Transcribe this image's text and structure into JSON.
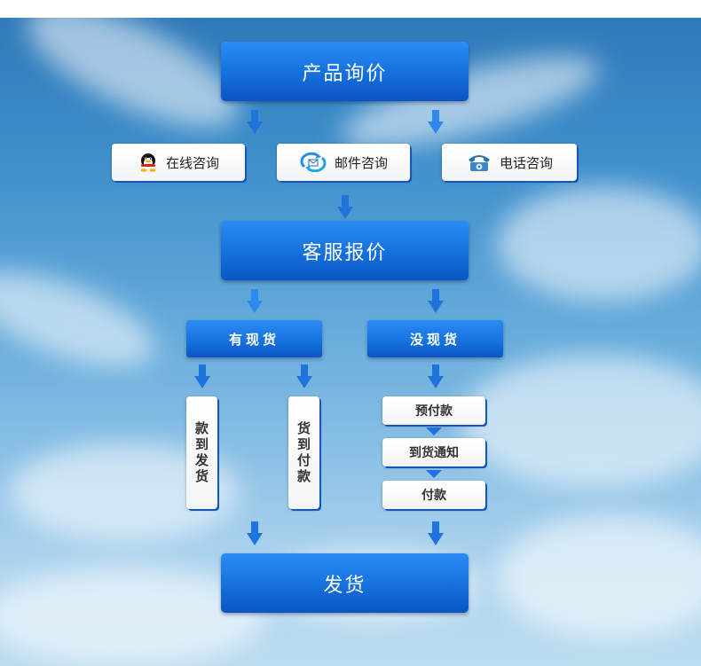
{
  "flow": {
    "inquiry": "产品询价",
    "channels": {
      "online": {
        "label": "在线咨询",
        "icon": "qq-penguin-icon"
      },
      "email": {
        "label": "邮件咨询",
        "icon": "email-refresh-icon"
      },
      "phone": {
        "label": "电话咨询",
        "icon": "telephone-icon"
      }
    },
    "quote": "客服报价",
    "in_stock": {
      "label": "有现货",
      "options": [
        "款到发货",
        "货到付款"
      ]
    },
    "out_of_stock": {
      "label": "没现货",
      "steps": [
        "预付款",
        "到货通知",
        "付款"
      ]
    },
    "ship": "发货"
  },
  "colors": {
    "box_blue": "#1570dc",
    "arrow_blue": "#1f73dd",
    "text_white": "#ffffff",
    "sky_top": "#2f79b8",
    "sky_bottom": "#bcdcf0"
  }
}
